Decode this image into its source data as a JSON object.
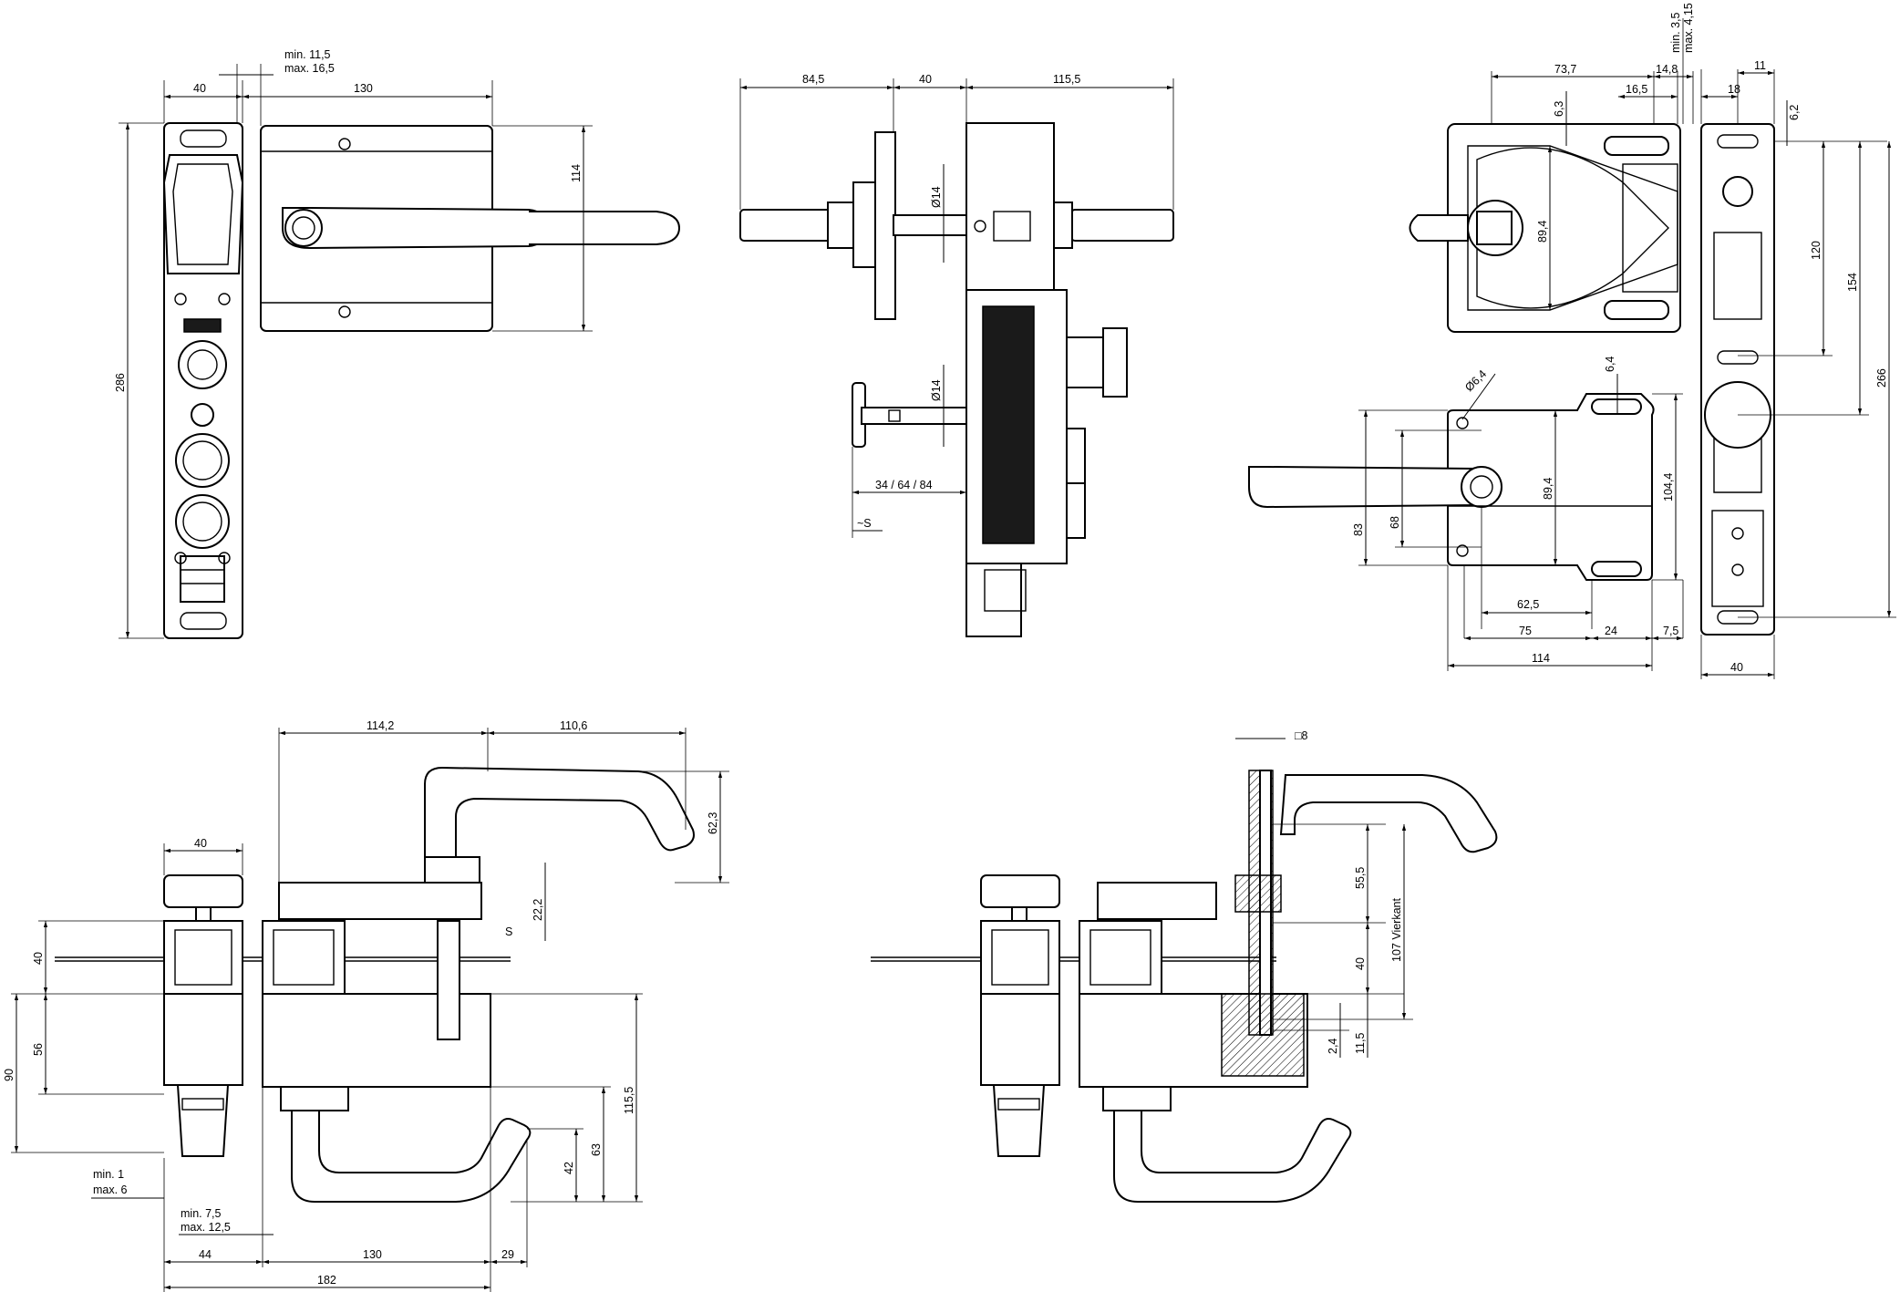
{
  "view_top_left": {
    "dims": {
      "d40": "40",
      "d130": "130",
      "gap_min": "min. 11,5",
      "gap_max": "max. 16,5",
      "d114": "114",
      "d286": "286"
    }
  },
  "view_side": {
    "dims": {
      "d84": "84,5",
      "d40": "40",
      "d115": "115,5",
      "dia14a": "Ø14",
      "dia14b": "Ø14",
      "pin": "34 / 64 / 84",
      "s": "~S"
    }
  },
  "view_rear": {
    "dims": {
      "d73": "73,7",
      "d14": "14,8",
      "d16": "16,5",
      "min": "min. 3,5",
      "max": "max. 4,15",
      "d11": "11",
      "d18": "18",
      "d6_2": "6,2",
      "d6_3": "6,3",
      "d89a": "89,4",
      "d120": "120",
      "d154": "154",
      "d266": "266",
      "d40": "40"
    }
  },
  "view_handle_plate": {
    "dims": {
      "dia6": "Ø6,4",
      "d6_4": "6,4",
      "d89b": "89,4",
      "d104": "104,4",
      "d83": "83",
      "d68": "68",
      "d62": "62,5",
      "d75": "75",
      "d24": "24",
      "d7": "7,5",
      "d114": "114"
    }
  },
  "view_bottom_left": {
    "dims": {
      "d114_2": "114,2",
      "d110": "110,6",
      "d40": "40",
      "d62_3": "62,3",
      "d22": "22,2",
      "s": "S",
      "v40": "40",
      "v56": "56",
      "v90": "90",
      "v115": "115,5",
      "v63": "63",
      "v42": "42",
      "min1": "min. 1",
      "max6": "max. 6",
      "min7": "min. 7,5",
      "max12": "max. 12,5",
      "h44": "44",
      "h130": "130",
      "h29": "29",
      "h182": "182"
    }
  },
  "view_section": {
    "dims": {
      "sq8": "□8",
      "d55": "55,5",
      "d107": "107 Vierkant",
      "d40": "40",
      "d2_4": "2,4",
      "d11_5": "11,5"
    }
  }
}
